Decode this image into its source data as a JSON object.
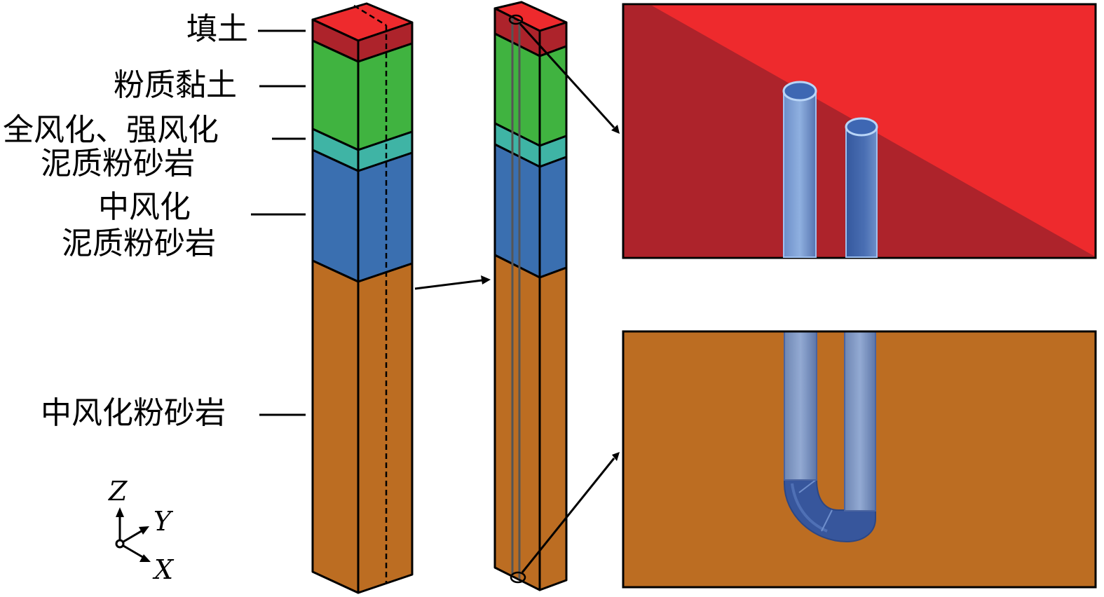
{
  "layers": {
    "fill": "填土",
    "silty_clay": "粉质黏土",
    "weathered_1": "全风化、强风化",
    "weathered_2": "泥质粉砂岩",
    "moderate_1": "中风化",
    "moderate_2": "泥质粉砂岩",
    "moderate_siltstone": "中风化粉砂岩"
  },
  "axes": {
    "z": "Z",
    "y": "Y",
    "x": "X"
  },
  "colors": {
    "fill_top": "#ee2a2d",
    "fill_side": "#ad232b",
    "silty_clay": "#40b340",
    "weathered": "#3fb4a5",
    "moderate_mudstone": "#3a6fb0",
    "siltstone": "#bc6d22",
    "pipe": "#6f8fcc"
  }
}
